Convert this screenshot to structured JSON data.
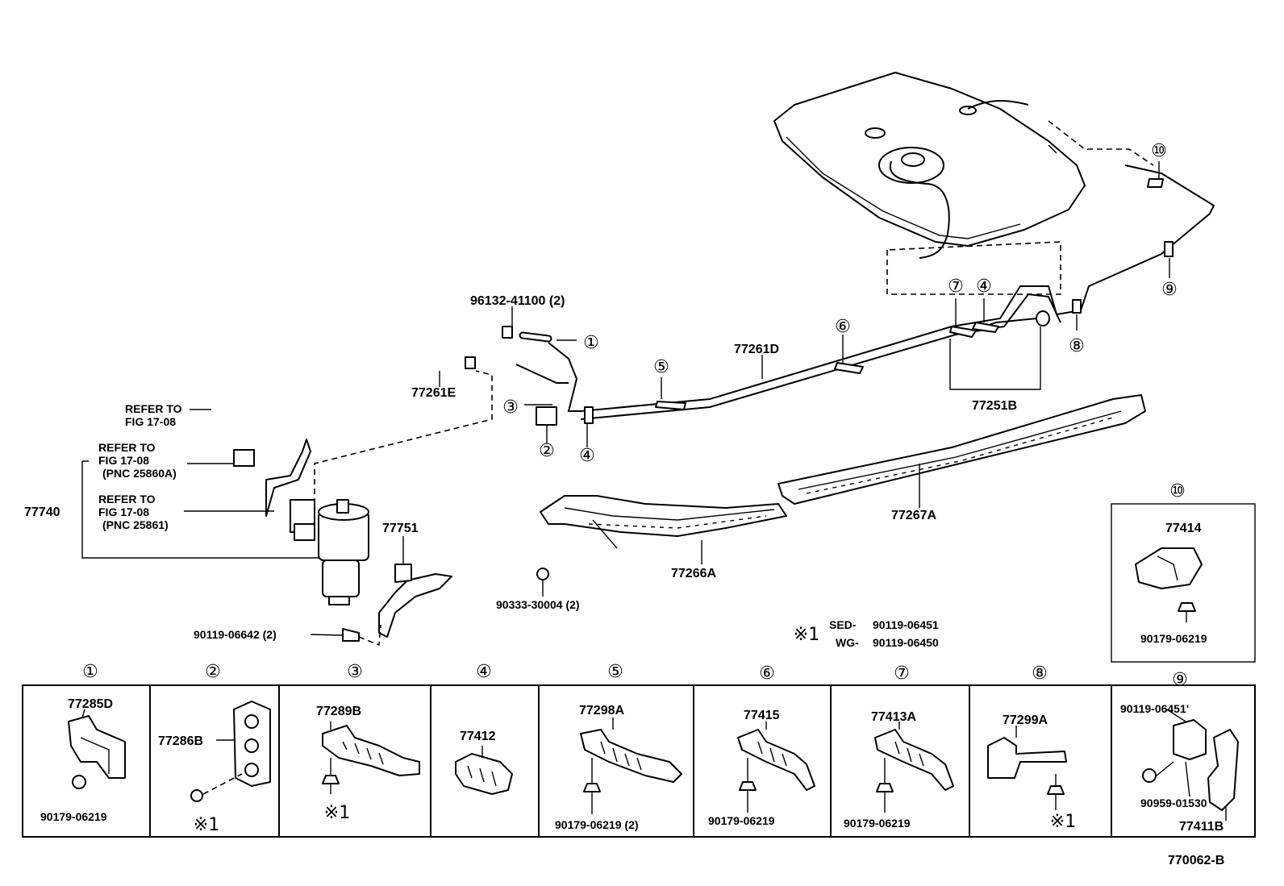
{
  "diagram_id": "770062-B",
  "part_labels": {
    "p96132": "96132-41100 (2)",
    "p77261E": "77261E",
    "p77261D": "77261D",
    "p77251B": "77251B",
    "p77267A": "77267A",
    "p77266A": "77266A",
    "p77751": "77751",
    "p90333": "90333-30004 (2)",
    "p90119_06642": "90119-06642 (2)",
    "p77740": "77740"
  },
  "references": [
    {
      "line1": "REFER TO",
      "line2": "FIG 17-08",
      "line3": ""
    },
    {
      "line1": "REFER TO",
      "line2": "FIG 17-08",
      "line3": "(PNC 25860A)"
    },
    {
      "line1": "REFER TO",
      "line2": "FIG 17-08",
      "line3": "(PNC 25861)"
    }
  ],
  "note": {
    "mark": "※1",
    "sed_label": "SED-",
    "sed_part": "90119-06451",
    "wg_label": "WG-",
    "wg_part": "90119-06450"
  },
  "callouts": [
    "①",
    "②",
    "③",
    "④",
    "⑤",
    "⑥",
    "⑦",
    "⑧",
    "⑨",
    "⑩"
  ],
  "detail_10": {
    "callout": "⑩",
    "part": "77414",
    "bolt": "90179-06219"
  },
  "details": [
    {
      "callout": "①",
      "part": "77285D",
      "bolt": "90179-06219"
    },
    {
      "callout": "②",
      "part": "77286B",
      "bolt": "※1"
    },
    {
      "callout": "③",
      "part": "77289B",
      "bolt": "※1"
    },
    {
      "callout": "④",
      "part": "77412",
      "bolt": ""
    },
    {
      "callout": "⑤",
      "part": "77298A",
      "bolt": "90179-06219 (2)"
    },
    {
      "callout": "⑥",
      "part": "77415",
      "bolt": "90179-06219"
    },
    {
      "callout": "⑦",
      "part": "77413A",
      "bolt": "90179-06219"
    },
    {
      "callout": "⑧",
      "part": "77299A",
      "bolt": "※1"
    },
    {
      "callout": "⑨",
      "part": "77411B",
      "bolt": "90119-06451'",
      "extra": "90959-01530"
    }
  ]
}
